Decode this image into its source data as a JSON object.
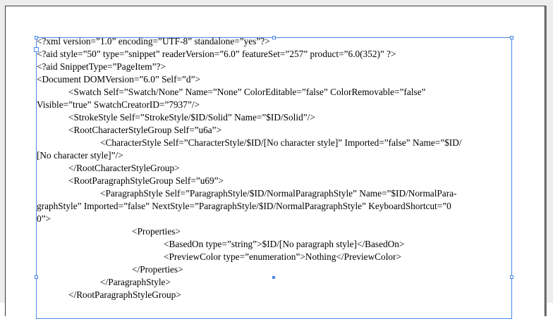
{
  "document": {
    "lines": [
      {
        "indent": 0,
        "text": "<?xml version=”1.0” encoding=”UTF-8” standalone=”yes”?>"
      },
      {
        "indent": 0,
        "text": "<?aid style=”50” type=”snippet” readerVersion=”6.0” featureSet=”257” product=”6.0(352)” ?>"
      },
      {
        "indent": 0,
        "text": "<?aid SnippetType=”PageItem”?>"
      },
      {
        "indent": 0,
        "text": "<Document DOMVersion=”6.0” Self=”d”>"
      },
      {
        "indent": 1,
        "text": "<Swatch Self=”Swatch/None” Name=”None” ColorEditable=”false” ColorRemovable=”false”"
      },
      {
        "indent": 0,
        "text": "Visible=”true” SwatchCreatorID=”7937”/>"
      },
      {
        "indent": 1,
        "text": "<StrokeStyle Self=”StrokeStyle/$ID/Solid” Name=”$ID/Solid”/>"
      },
      {
        "indent": 1,
        "text": "<RootCharacterStyleGroup Self=”u6a”>"
      },
      {
        "indent": 2,
        "text": "<CharacterStyle Self=”CharacterStyle/$ID/[No character style]” Imported=”false” Name=”$ID/"
      },
      {
        "indent": 0,
        "text": "[No character style]”/>"
      },
      {
        "indent": 1,
        "text": "</RootCharacterStyleGroup>"
      },
      {
        "indent": 1,
        "text": "<RootParagraphStyleGroup Self=”u69”>"
      },
      {
        "indent": 2,
        "text": "<ParagraphStyle Self=”ParagraphStyle/$ID/NormalParagraphStyle” Name=”$ID/NormalPara-"
      },
      {
        "indent": 0,
        "text": "graphStyle” Imported=”false” NextStyle=”ParagraphStyle/$ID/NormalParagraphStyle” KeyboardShortcut=”0"
      },
      {
        "indent": 0,
        "text": "0”>"
      },
      {
        "indent": 3,
        "text": "<Properties>"
      },
      {
        "indent": 4,
        "text": "<BasedOn type=”string”>$ID/[No paragraph style]</BasedOn>"
      },
      {
        "indent": 4,
        "text": "<PreviewColor type=”enumeration”>Nothing</PreviewColor>"
      },
      {
        "indent": 3,
        "text": "</Properties>"
      },
      {
        "indent": 2,
        "text": "</ParagraphStyle>"
      },
      {
        "indent": 1,
        "text": "</RootParagraphStyleGroup>"
      }
    ]
  },
  "colors": {
    "selection": "#4a86e8",
    "page": "#ffffff",
    "text": "#000000"
  }
}
